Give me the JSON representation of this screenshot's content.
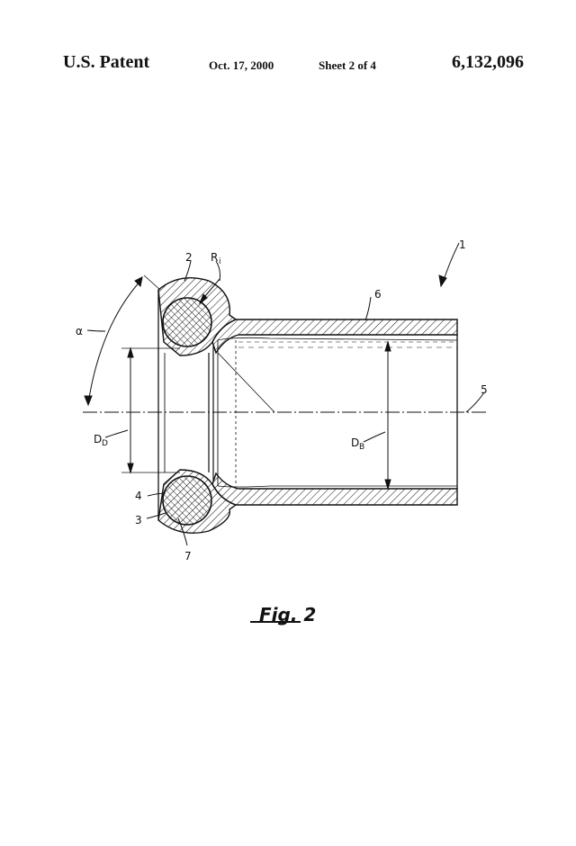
{
  "header": {
    "left": "U.S. Patent",
    "date": "Oct. 17, 2000",
    "sheet": "Sheet 2 of 4",
    "patent_number": "6,132,096"
  },
  "figure": {
    "caption": "Fig. 2",
    "labels": {
      "ref_1": "1",
      "ref_2": "2",
      "ref_3": "3",
      "ref_4": "4",
      "ref_5": "5",
      "ref_6": "6",
      "ref_7": "7",
      "radius": "R",
      "radius_sub": "i",
      "alpha": "α",
      "dd": "D",
      "dd_sub": "D",
      "db": "D",
      "db_sub": "B"
    }
  }
}
